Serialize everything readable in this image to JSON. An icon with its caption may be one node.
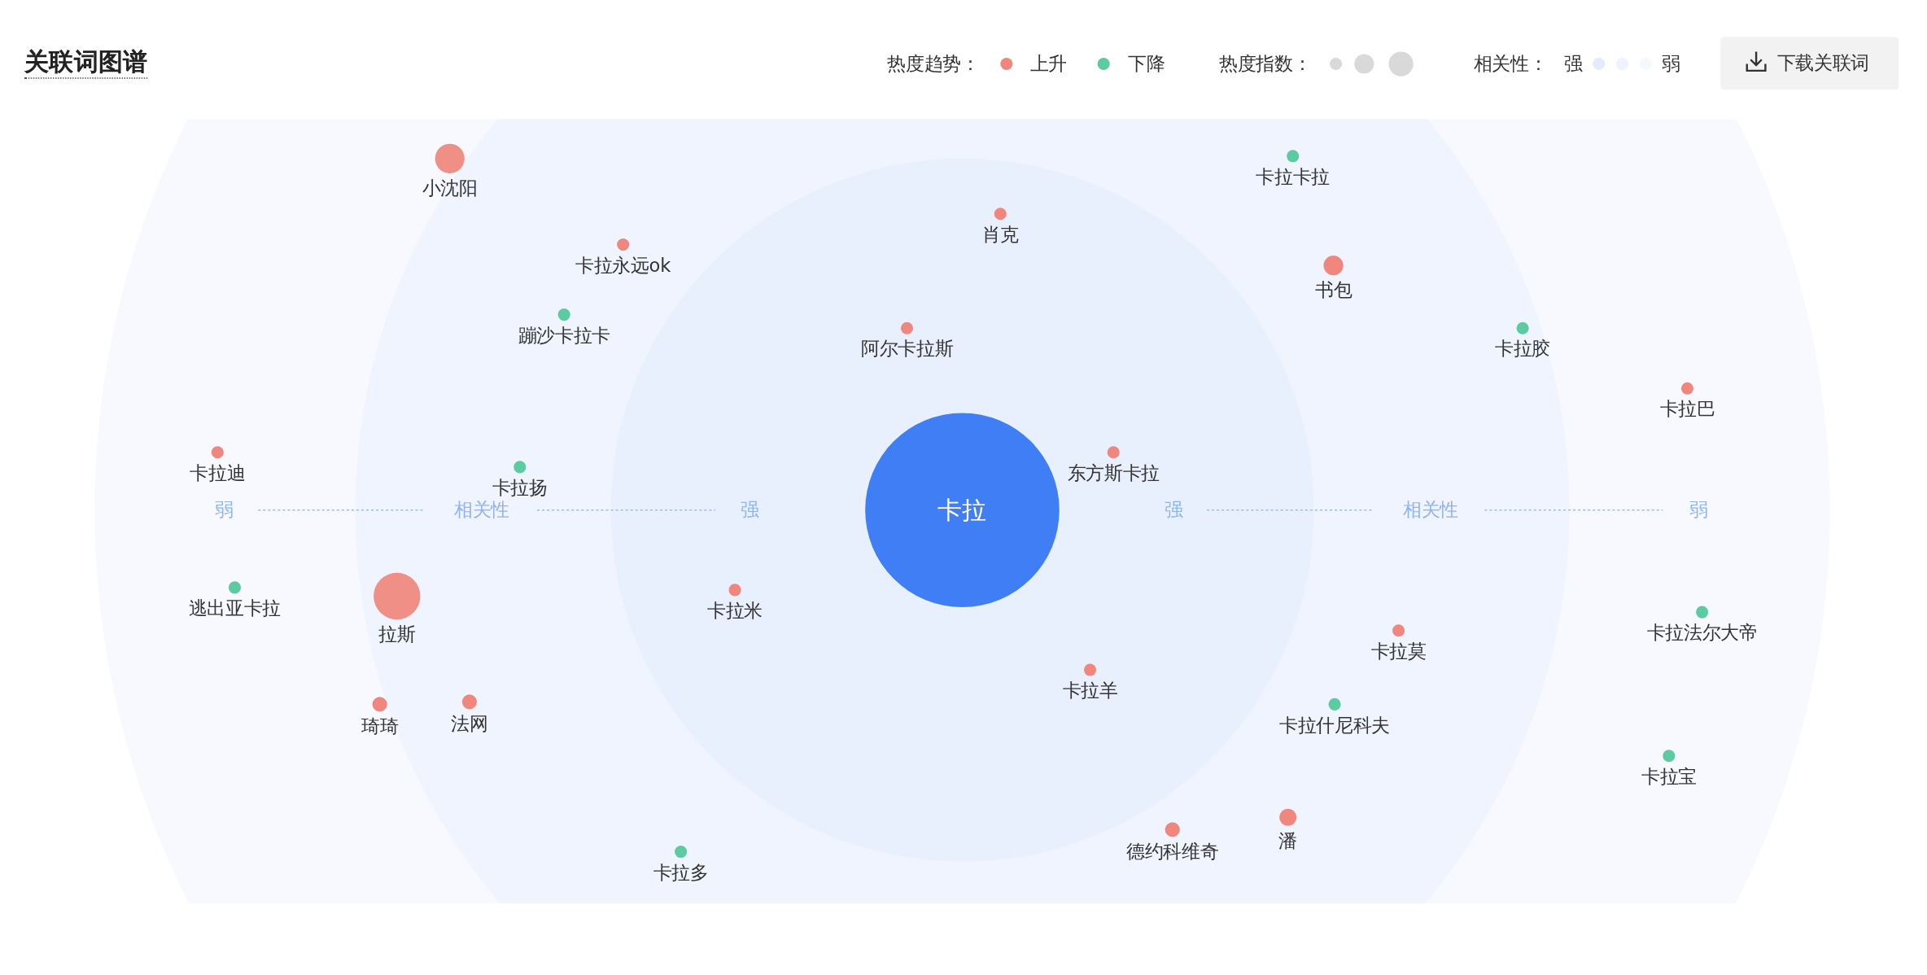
{
  "diagram": {
    "title": "关联词图谱",
    "nodes": [
      {
        "text": [
          "卡拉"
        ]
      },
      {
        "text": [
          "小沈阳"
        ]
      },
      {
        "text": [
          "卡拉卡拉"
        ]
      },
      {
        "text": [
          "肖克"
        ]
      },
      {
        "text": [
          "卡拉永远ok"
        ]
      },
      {
        "text": [
          "书包"
        ]
      },
      {
        "text": [
          "蹦沙卡拉卡"
        ]
      },
      {
        "text": [
          "阿尔卡拉斯"
        ]
      },
      {
        "text": [
          "卡拉胶"
        ]
      },
      {
        "text": [
          "卡拉巴"
        ]
      },
      {
        "text": [
          "卡拉迪"
        ]
      },
      {
        "text": [
          "东方斯卡拉"
        ]
      },
      {
        "text": [
          "卡拉扬"
        ]
      },
      {
        "text": [
          "逃出亚卡拉"
        ]
      },
      {
        "text": [
          "拉斯"
        ]
      },
      {
        "text": [
          "卡拉米"
        ]
      },
      {
        "text": [
          "卡拉法尔大帝"
        ]
      },
      {
        "text": [
          "卡拉莫"
        ]
      },
      {
        "text": [
          "卡拉羊"
        ]
      },
      {
        "text": [
          "琦琦"
        ]
      },
      {
        "text": [
          "法网"
        ]
      },
      {
        "text": [
          "卡拉什尼科夫"
        ]
      },
      {
        "text": [
          "卡拉宝"
        ]
      },
      {
        "text": [
          "德约科维奇"
        ]
      },
      {
        "text": [
          "潘"
        ]
      },
      {
        "text": [
          "卡拉多"
        ]
      }
    ],
    "edges": [],
    "labels": [
      "热度趋势：",
      "热度指数：",
      "相关性：",
      "强",
      "弱",
      "下载关联词",
      "弱",
      "相关性",
      "强",
      "强",
      "相关性",
      "弱"
    ],
    "legend": [
      {
        "text": "上升",
        "color": "#f0877f"
      },
      {
        "text": "下降",
        "color": "#5ccba0"
      }
    ]
  }
}
